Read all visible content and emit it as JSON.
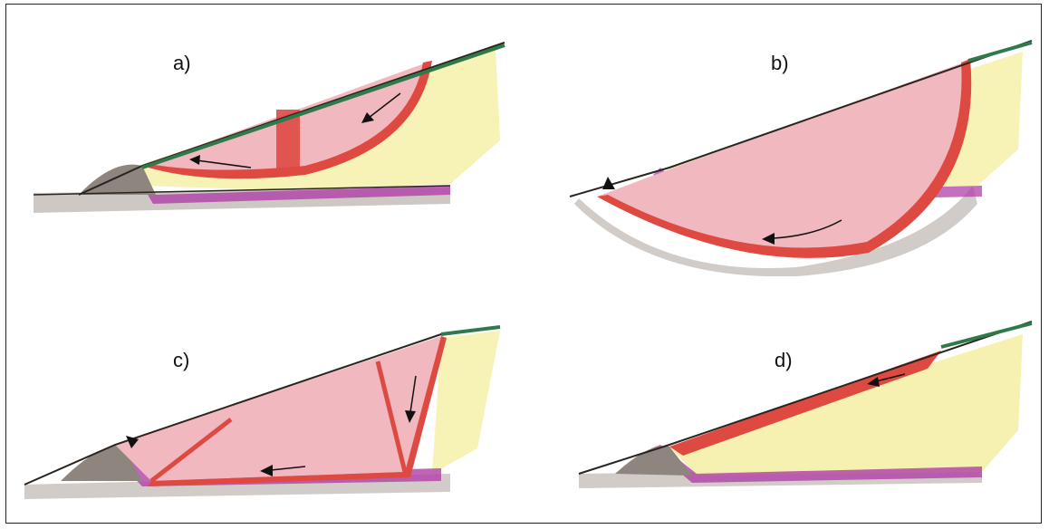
{
  "panels": {
    "a": {
      "label": "a)"
    },
    "b": {
      "label": "b)"
    },
    "c": {
      "label": "c)"
    },
    "d": {
      "label": "d)"
    }
  },
  "colors": {
    "ground": "#9a948e",
    "clay_layer": "#b040a8",
    "soil": "#f6f0a8",
    "sliding_mass": "#f1b8c0",
    "slip_band": "#de4a42",
    "vegetation": "#2f7a4a",
    "outline": "#2a2420"
  }
}
